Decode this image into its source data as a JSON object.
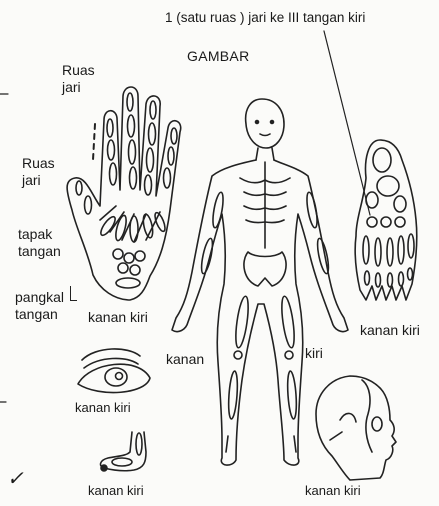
{
  "header": {
    "annotation": "1 (satu ruas ) jari ke III tangan kiri",
    "title": "GAMBAR"
  },
  "hand_labels": {
    "ruas_jari_1": [
      "Ruas",
      "jari"
    ],
    "ruas_jari_2": [
      "Ruas",
      "jari"
    ],
    "tapak_tangan": [
      "tapak",
      "tangan"
    ],
    "pangkal_tangan": [
      "pangkal",
      "tangan"
    ],
    "hand_sides": "kanan kiri"
  },
  "body_labels": {
    "left": "kanan",
    "right": "kiri"
  },
  "foot_labels": {
    "sides": "kanan kiri"
  },
  "eye_labels": {
    "sides": "kanan kiri"
  },
  "lower_foot_labels": {
    "sides": "kanan kiri"
  },
  "head_labels": {
    "sides": "kanan kiri"
  },
  "mark": "✓"
}
